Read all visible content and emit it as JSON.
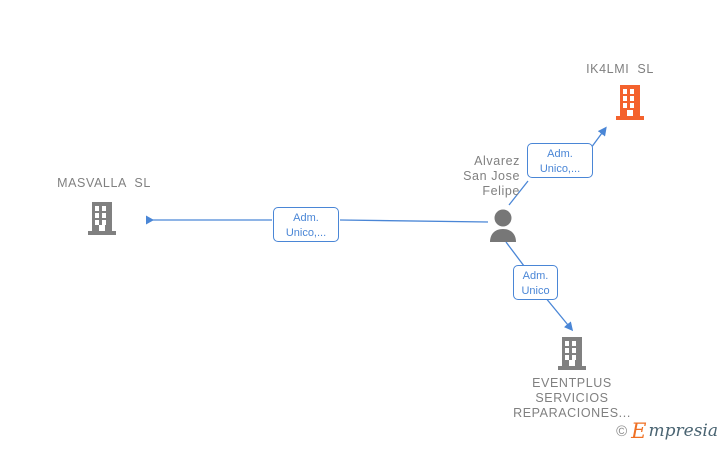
{
  "diagram": {
    "type": "corporate-relationship-graph",
    "background": "#ffffff",
    "accent_blue": "#4a86d6",
    "highlight_orange": "#f4622d",
    "node_gray": "#808080",
    "nodes": [
      {
        "id": "ik4lmi",
        "kind": "company",
        "label": "IK4LMI  SL",
        "icon": "building-icon",
        "icon_color": "#f4622d",
        "highlighted": true
      },
      {
        "id": "masvalla",
        "kind": "company",
        "label": "MASVALLA  SL",
        "icon": "building-icon",
        "icon_color": "#808080",
        "highlighted": false
      },
      {
        "id": "person",
        "kind": "person",
        "label": "Alvarez\nSan Jose\nFelipe",
        "icon": "person-icon",
        "icon_color": "#777777",
        "highlighted": false
      },
      {
        "id": "eventplus",
        "kind": "company",
        "label": "EVENTPLUS\nSERVICIOS\nREPARACIONES...",
        "icon": "building-icon",
        "icon_color": "#808080",
        "highlighted": false
      }
    ],
    "edges": [
      {
        "id": "person-to-masvalla",
        "from": "person",
        "to": "masvalla",
        "label": "Adm.\nUnico,...",
        "direction": "left"
      },
      {
        "id": "person-to-ik4lmi",
        "from": "person",
        "to": "ik4lmi",
        "label": "Adm.\nUnico,...",
        "direction": "up-right"
      },
      {
        "id": "person-to-eventplus",
        "from": "person",
        "to": "eventplus",
        "label": "Adm.\nUnico",
        "direction": "down-right"
      }
    ]
  },
  "watermark": {
    "copyright": "©",
    "brand_initial": "E",
    "brand_rest": "mpresia"
  }
}
